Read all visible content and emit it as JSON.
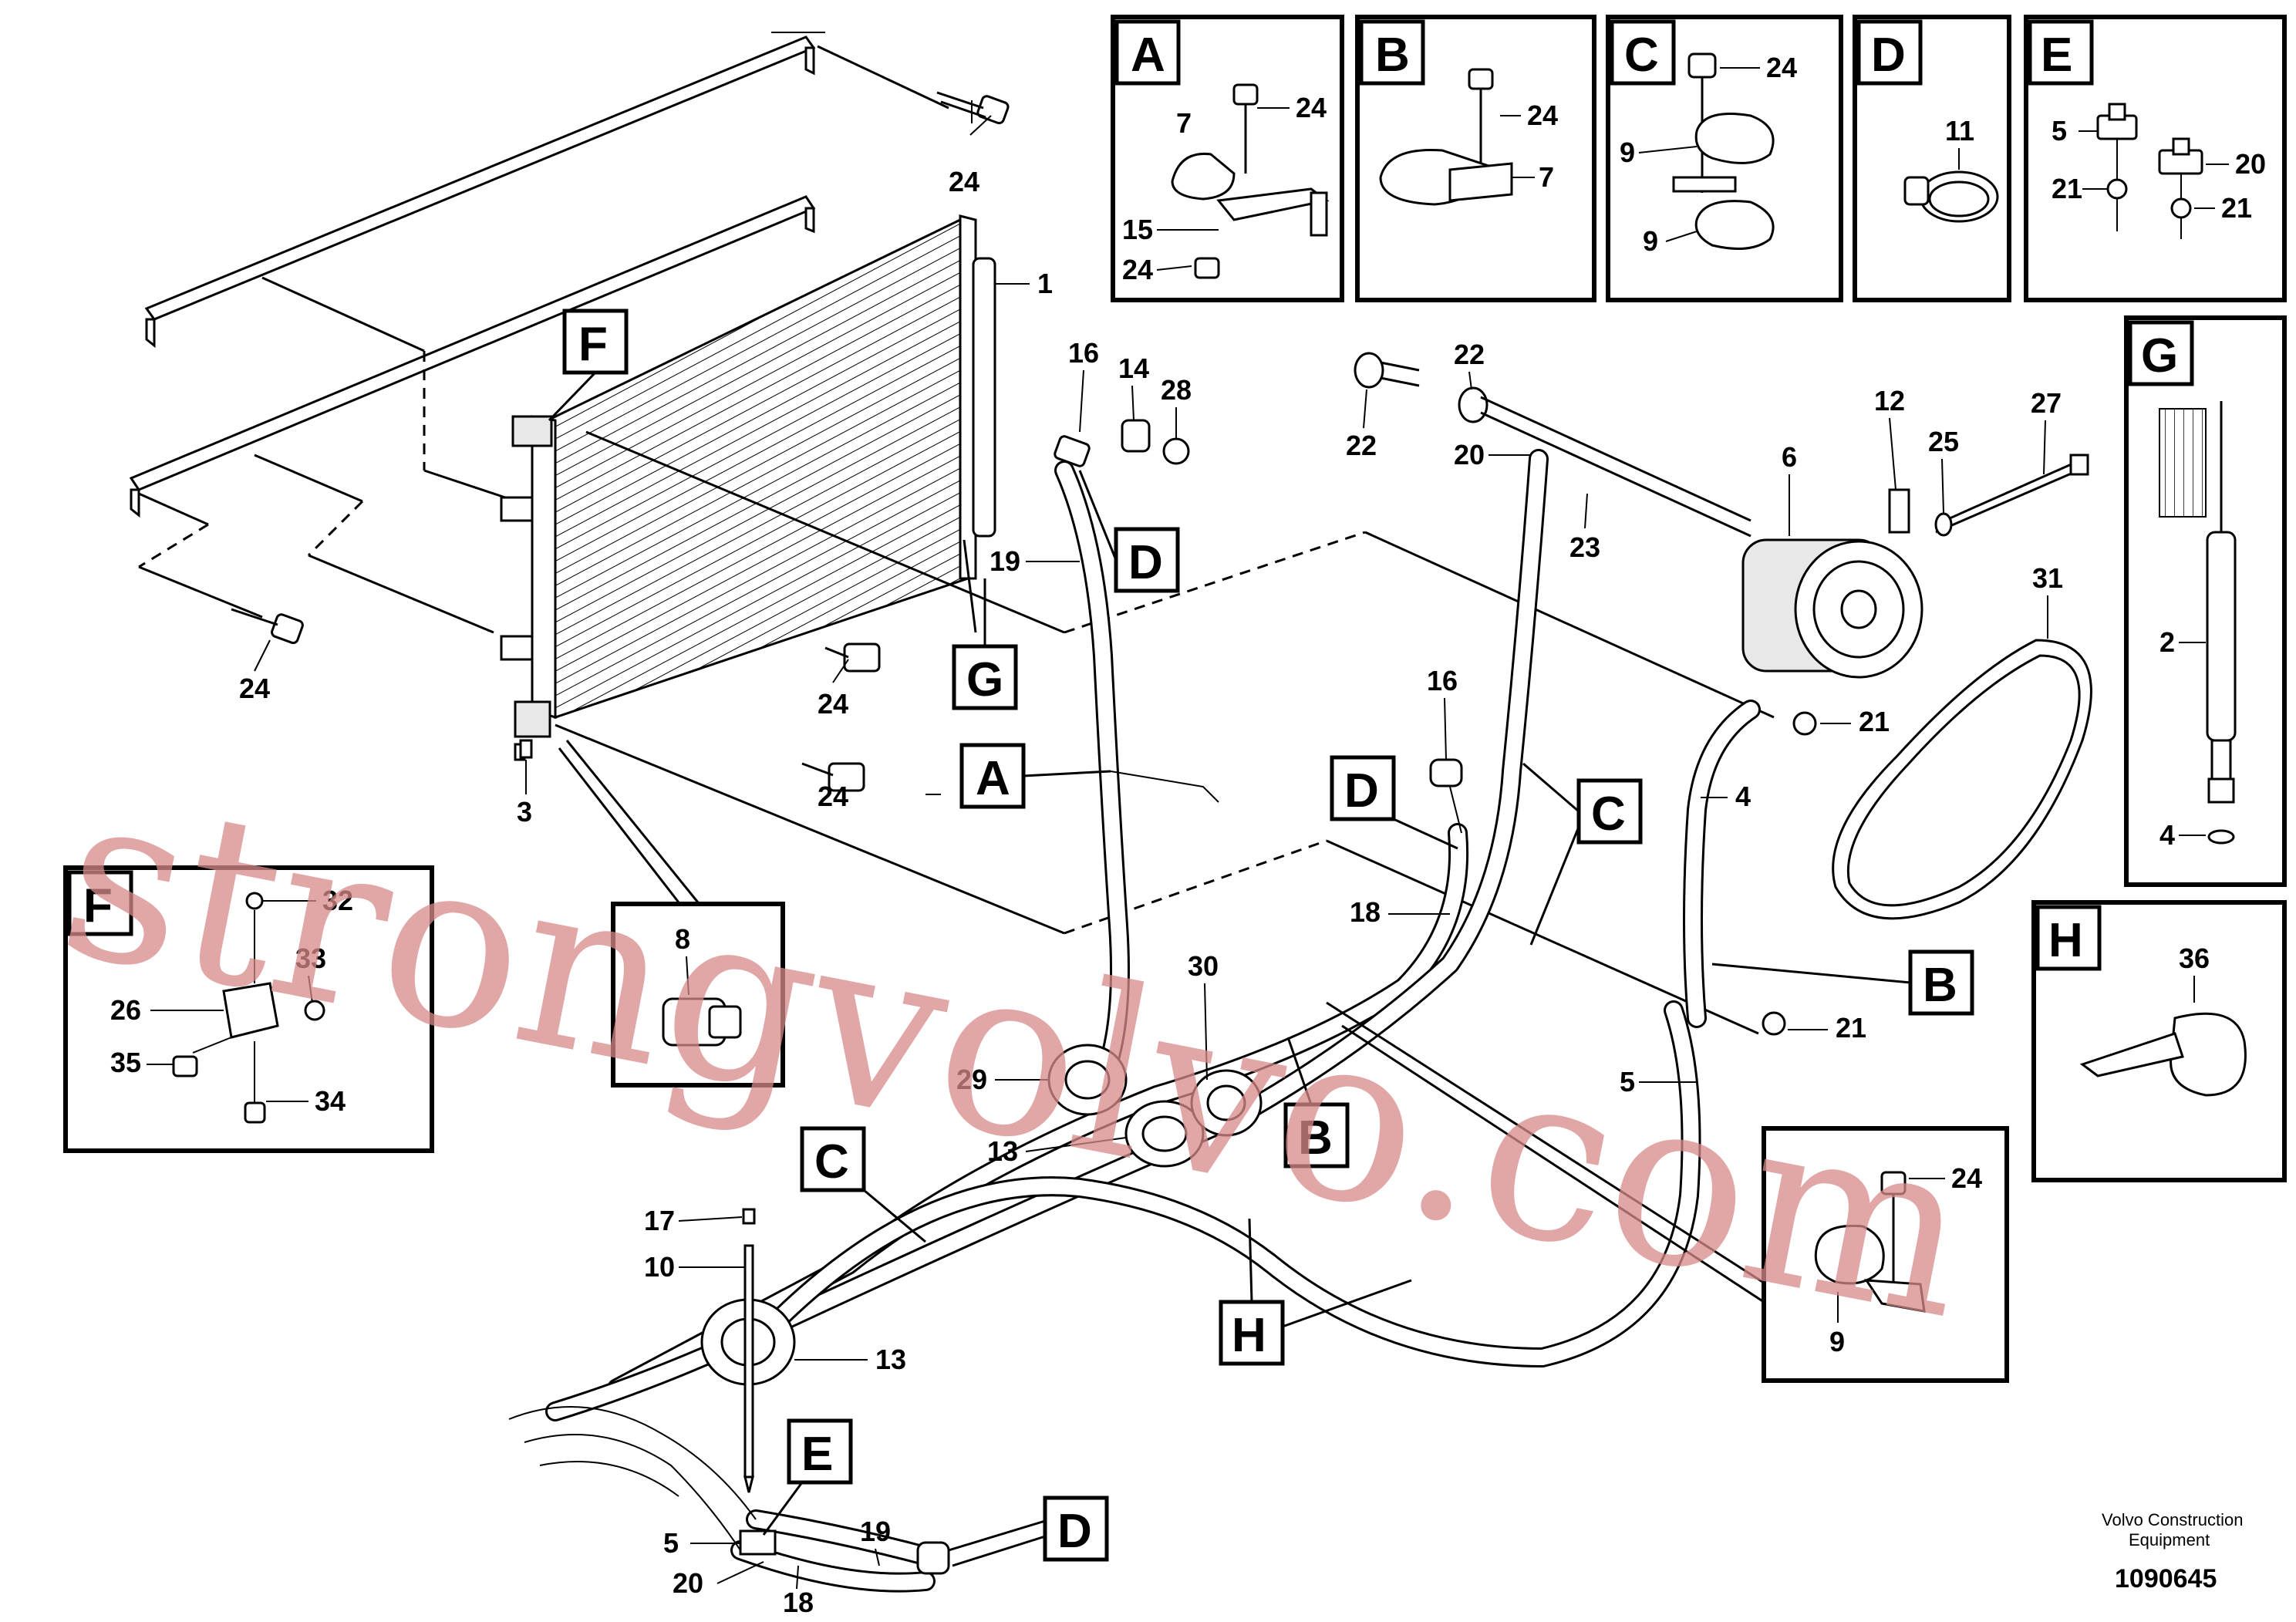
{
  "callouts": {
    "c24_top": "24",
    "c24_left": "24",
    "c24_mid": "24",
    "c24_low": "24",
    "c1": "1",
    "c3": "3",
    "c16_a": "16",
    "c14": "14",
    "c28": "28",
    "c19_a": "19",
    "c22_a": "22",
    "c22_b": "22",
    "c20": "20",
    "c23": "23",
    "c6": "6",
    "c12": "12",
    "c25": "25",
    "c27": "27",
    "c31": "31",
    "c21_a": "21",
    "c4": "4",
    "c16_b": "16",
    "c18_a": "18",
    "c30": "30",
    "c29": "29",
    "c13_a": "13",
    "c21_b": "21",
    "c5_a": "5",
    "c17": "17",
    "c10": "10",
    "c13_b": "13",
    "c5_b": "5",
    "c20_b": "20",
    "c18_b": "18",
    "c19_b": "19",
    "c8": "8"
  },
  "detail_letters": {
    "A": "A",
    "B": "B",
    "C": "C",
    "D": "D",
    "E": "E",
    "F": "F",
    "G": "G",
    "H": "H"
  },
  "detail_A": {
    "c7": "7",
    "c24a": "24",
    "c15": "15",
    "c24b": "24"
  },
  "detail_B": {
    "c24": "24",
    "c7": "7"
  },
  "detail_C": {
    "c24": "24",
    "c9a": "9",
    "c9b": "9"
  },
  "detail_D": {
    "c11": "11"
  },
  "detail_E": {
    "c5": "5",
    "c20": "20",
    "c21a": "21",
    "c21b": "21"
  },
  "detail_F": {
    "c32": "32",
    "c33": "33",
    "c26": "26",
    "c35": "35",
    "c34": "34"
  },
  "detail_G": {
    "c2": "2",
    "c4": "4"
  },
  "detail_H": {
    "c36": "36"
  },
  "detail_C2": {
    "c24": "24",
    "c9": "9"
  },
  "watermark": "strongvolvo.com",
  "credit": {
    "line1": "Volvo Construction",
    "line2": "Equipment"
  },
  "doc_number": "1090645",
  "colors": {
    "watermark": "#d88a8a",
    "ink": "#000000"
  }
}
